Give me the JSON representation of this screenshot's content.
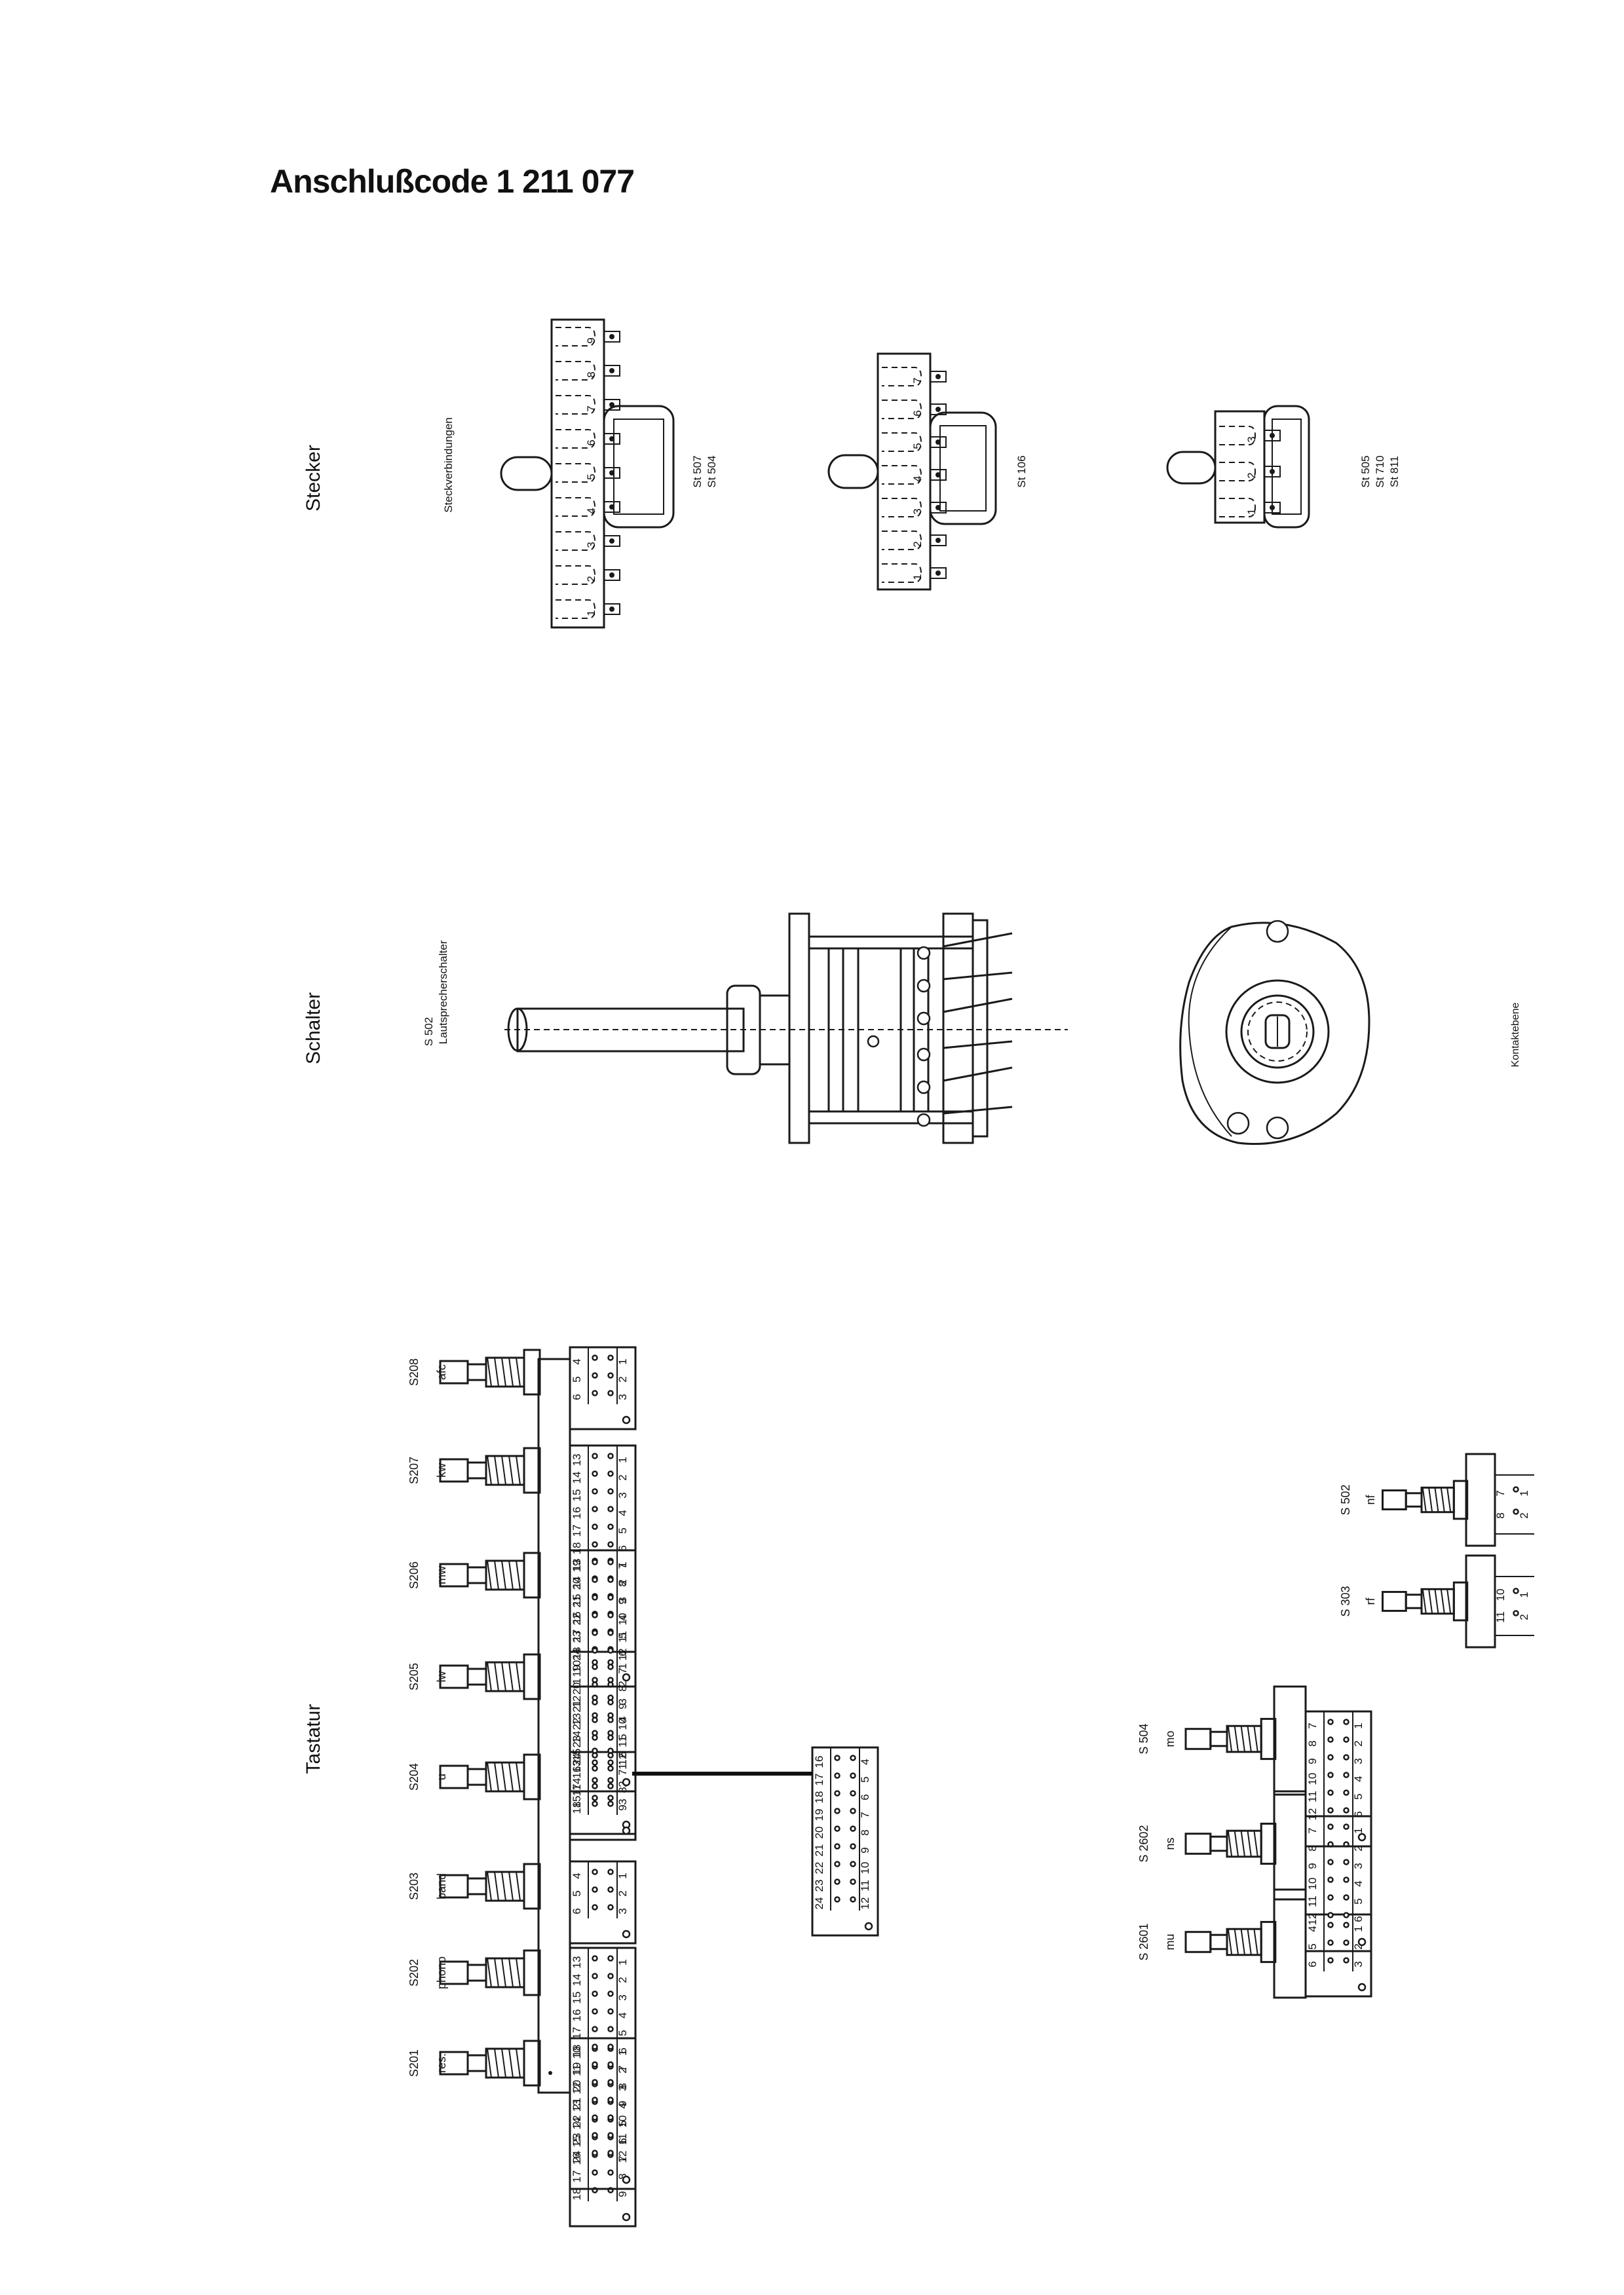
{
  "title": "Anschlußcode 1 211 077",
  "sections": {
    "stecker": "Stecker",
    "schalter": "Schalter",
    "tastatur": "Tastatur"
  },
  "stecker": {
    "caption": "Steckverbindungen",
    "connectors": [
      {
        "labels": [
          "St 507",
          "St 504"
        ],
        "pins": [
          "1",
          "2",
          "3",
          "4",
          "5",
          "6",
          "7",
          "8",
          "9"
        ]
      },
      {
        "labels": [
          "St 106"
        ],
        "pins": [
          "1",
          "2",
          "3",
          "4",
          "5",
          "6",
          "7"
        ]
      },
      {
        "labels": [
          "St 505",
          "St 710",
          "St 811"
        ],
        "pins": [
          "1",
          "2",
          "3"
        ]
      }
    ]
  },
  "schalter": {
    "switch_id": "S 502",
    "switch_name": "Lautsprecherschalter",
    "kontakt_label": "Kontaktebene"
  },
  "tastatur": {
    "keys": [
      {
        "id": "S201",
        "name": "res.",
        "pins_a": [
          "1",
          "2",
          "3",
          "4",
          "5",
          "6",
          "7",
          "8",
          "9"
        ],
        "pins_b": [
          "10",
          "11",
          "12",
          "13",
          "14",
          "15",
          "16",
          "17",
          "18"
        ]
      },
      {
        "id": "S202",
        "name": "phono",
        "pins_a": [
          "1",
          "2",
          "3",
          "4",
          "5",
          "6",
          "7",
          "8",
          "9",
          "10",
          "11",
          "12"
        ],
        "pins_b": [
          "13",
          "14",
          "15",
          "16",
          "17",
          "18",
          "19",
          "20",
          "21",
          "22",
          "23",
          "24"
        ]
      },
      {
        "id": "S203",
        "name": "band",
        "pins_a": [
          "1",
          "2",
          "3"
        ],
        "pins_b": [
          "4",
          "5",
          "6"
        ]
      },
      {
        "id": "S204",
        "name": "u",
        "pins_a": [
          "1",
          "2",
          "3"
        ],
        "pins_b": [
          "13",
          "14",
          "15"
        ],
        "ext_a": [
          "4",
          "5",
          "6",
          "7",
          "8",
          "9",
          "10",
          "11",
          "12"
        ],
        "ext_b": [
          "16",
          "17",
          "18",
          "19",
          "20",
          "21",
          "22",
          "23",
          "24"
        ]
      },
      {
        "id": "S205",
        "name": "lw",
        "pins_a": [
          "1",
          "2",
          "3",
          "4",
          "5",
          "6",
          "7",
          "8",
          "9"
        ],
        "pins_b": [
          "10",
          "11",
          "12",
          "13",
          "14",
          "15",
          "16",
          "17",
          "18"
        ]
      },
      {
        "id": "S206",
        "name": "mw",
        "pins_a": [
          "1",
          "2",
          "3",
          "4",
          "5",
          "6",
          "7",
          "8",
          "9",
          "10",
          "11",
          "12"
        ],
        "pins_b": [
          "13",
          "14",
          "15",
          "16",
          "17",
          "18",
          "19",
          "20",
          "21",
          "22",
          "23",
          "24"
        ]
      },
      {
        "id": "S207",
        "name": "kw",
        "pins_a": [
          "1",
          "2",
          "3",
          "4",
          "5",
          "6",
          "7",
          "8",
          "9",
          "10",
          "11",
          "12"
        ],
        "pins_b": [
          "13",
          "14",
          "15",
          "16",
          "17",
          "18",
          "19",
          "20",
          "21",
          "22",
          "23",
          "24"
        ]
      },
      {
        "id": "S208",
        "name": "afc",
        "pins_a": [
          "1",
          "2",
          "3"
        ],
        "pins_b": [
          "4",
          "5",
          "6"
        ]
      }
    ],
    "small_keys": [
      {
        "id": "S 2601",
        "name": "mu",
        "pins_a": [
          "1",
          "2",
          "3"
        ],
        "pins_b": [
          "4",
          "5",
          "6"
        ]
      },
      {
        "id": "S 2602",
        "name": "ns",
        "pins_a": [
          "1",
          "2",
          "3",
          "4",
          "5",
          "6"
        ],
        "pins_b": [
          "7",
          "8",
          "9",
          "10",
          "11",
          "12"
        ]
      },
      {
        "id": "S 504",
        "name": "mo",
        "pins_a": [
          "1",
          "2",
          "3",
          "4",
          "5",
          "6"
        ],
        "pins_b": [
          "7",
          "8",
          "9",
          "10",
          "11",
          "12"
        ]
      }
    ],
    "tiny_keys": [
      {
        "id": "S 303",
        "name": "rf",
        "pins_a": [
          "1",
          "2"
        ],
        "pins_b": [
          "10",
          "11"
        ]
      },
      {
        "id": "S 502",
        "name": "nf",
        "pins_a": [
          "1",
          "2"
        ],
        "pins_b": [
          "7",
          "8"
        ]
      }
    ]
  }
}
